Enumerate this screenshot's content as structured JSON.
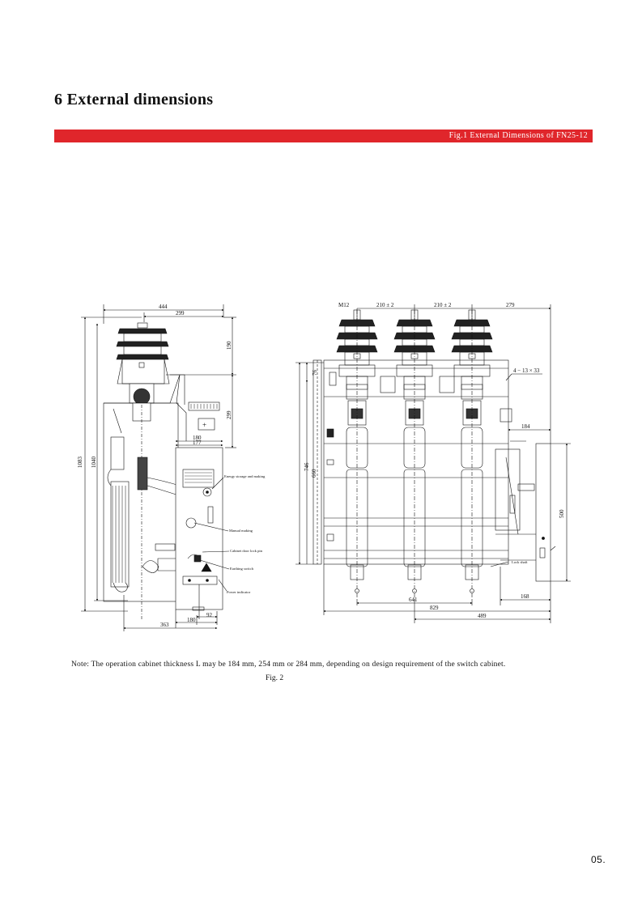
{
  "page": {
    "heading": "6 External dimensions",
    "figure_bar_caption": "Fig.1 External Dimensions of FN25-12",
    "note": "Note: The operation cabinet thickness L may be 184 mm, 254 mm or 284 mm, depending on design requirement of the switch cabinet.",
    "figure_label": "Fig. 2",
    "page_number": "05.",
    "accent_color": "#e0262b"
  },
  "side_view": {
    "dims": {
      "d444": "444",
      "d299_top": "299",
      "d190": "190",
      "d299_side": "299",
      "d180_top": "180",
      "d177": "177",
      "d1083": "1083",
      "d1040": "1040",
      "d92": "92",
      "d180_bottom": "180",
      "d363": "363"
    },
    "callouts": {
      "energy": "Energy storage and making",
      "manual": "Manual making",
      "cabinet_lock": "Cabinet door lock pin",
      "earthing": "Earthing switch",
      "power": "Power indicator"
    }
  },
  "front_view": {
    "dims": {
      "m12": "M12",
      "d210a": "210 ± 2",
      "d210b": "210 ± 2",
      "d279": "279",
      "holes": "4 − 13 × 33",
      "d184": "184",
      "d76": "76",
      "d746": "746",
      "d660": "660",
      "d500": "500",
      "d641": "641",
      "d829": "829",
      "d168": "168",
      "d489": "489"
    },
    "callouts": {
      "lock_shaft": "Lock shaft"
    }
  }
}
